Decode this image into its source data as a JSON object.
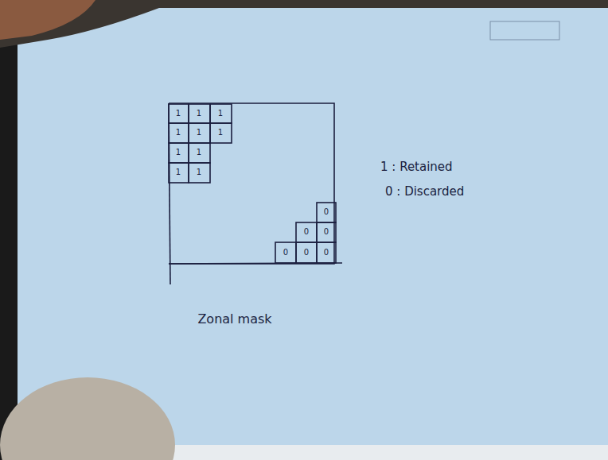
{
  "diagram": {
    "caption": "Zonal mask",
    "labels": [
      "1",
      "1",
      "1",
      "1",
      "1",
      "1",
      "1",
      "1",
      "1",
      "1",
      "0",
      "0",
      "0",
      "0",
      "0",
      "0",
      "1 : Retained",
      "0 : Discarded"
    ]
  }
}
